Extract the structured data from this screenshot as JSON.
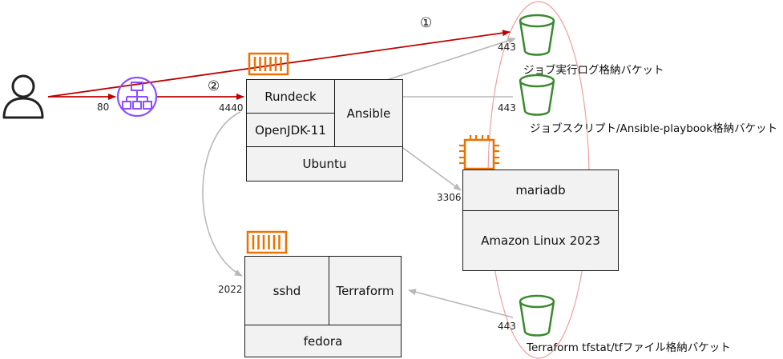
{
  "server1": {
    "rundeck": "Rundeck",
    "openjdk": "OpenJDK-11",
    "ansible": "Ansible",
    "os": "Ubuntu"
  },
  "server2": {
    "sshd": "sshd",
    "terraform": "Terraform",
    "os": "fedora"
  },
  "db_server": {
    "db": "mariadb",
    "os": "Amazon Linux 2023"
  },
  "buckets": [
    {
      "name": "ジョブ実行ログ格納バケット",
      "port": "443"
    },
    {
      "name": "ジョブスクリプト/Ansible-playbook格納バケット",
      "port": "443"
    },
    {
      "name": "Terraform tfstat/tfファイル格納バケット",
      "port": "443"
    }
  ],
  "ports": {
    "lb": "80",
    "rundeck": "4440",
    "sshd": "2022",
    "mariadb": "3306"
  },
  "steps": {
    "one": "①",
    "two": "②"
  },
  "icons": {
    "user": "user-icon",
    "load_balancer": "load-balancer-icon",
    "container": "container-icon",
    "ec2": "ec2-instance-icon",
    "bucket": "s3-bucket-icon"
  },
  "colors": {
    "red_arrow": "#c00000",
    "gray_arrow": "#b8b8b8",
    "lb_purple": "#8c4fff",
    "container_orange": "#ed7100",
    "bucket_green": "#3a8a2e",
    "ellipse": "#f0a0a0",
    "box_fill": "#f2f2f2"
  }
}
